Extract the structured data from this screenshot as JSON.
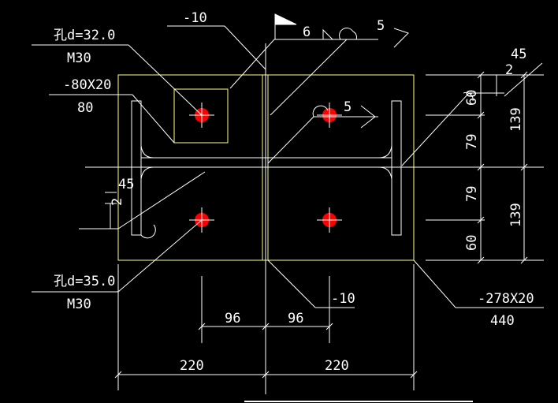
{
  "colors": {
    "background": "#000000",
    "dim_line": "#ffffff",
    "plate_outline": "#ffff80",
    "bolt_hole": "#ff0000"
  },
  "labels": {
    "hole_a_line1": "孔d=32.0",
    "hole_a_line2": "M30",
    "washer_line1": "-80X20",
    "washer_line2": "80",
    "stiffener_top": "-10",
    "weld_size_6": "6",
    "weld_size_5_top": "5",
    "weld_size_5_mid": "5",
    "weld_45_left": "45",
    "weld_2_left": "2",
    "weld_45_right": "45",
    "weld_2_right": "2",
    "hole_b_line1": "孔d=35.0",
    "hole_b_line2": "M30",
    "stiffener_bottom": "-10",
    "plate_line1": "-278X20",
    "plate_line2": "440",
    "dim_96_left": "96",
    "dim_96_right": "96",
    "dim_220_left": "220",
    "dim_220_right": "220",
    "dim_60_top": "60",
    "dim_79_top": "79",
    "dim_79_bottom": "79",
    "dim_60_bottom": "60",
    "dim_139_top": "139",
    "dim_139_bottom": "139"
  }
}
